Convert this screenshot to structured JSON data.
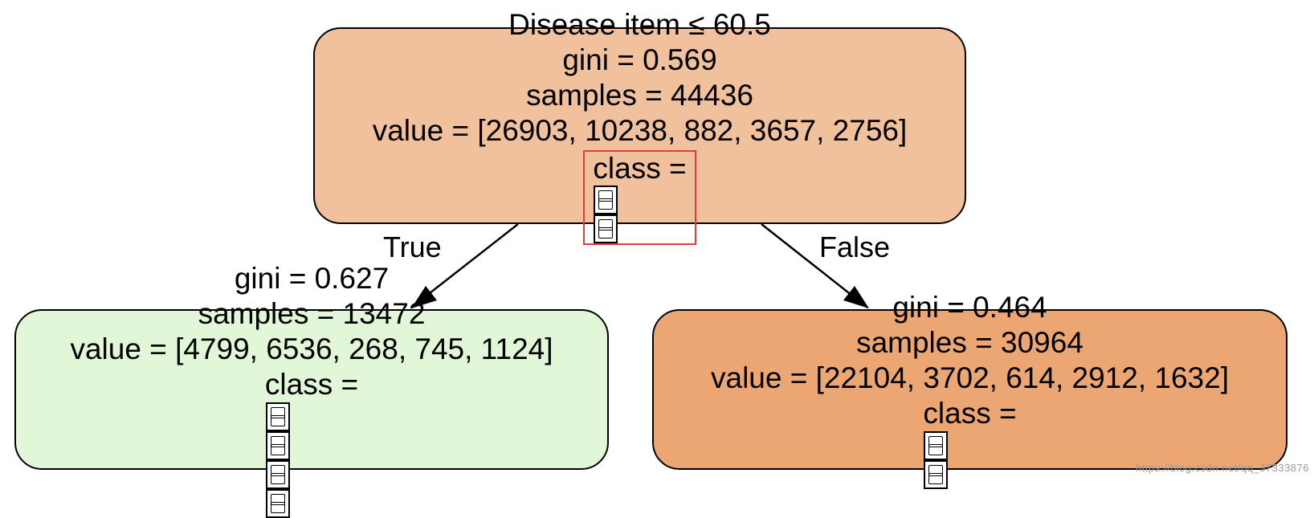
{
  "tree": {
    "root": {
      "condition": "Disease item ≤ 60.5",
      "gini": "gini = 0.569",
      "samples": "samples = 44436",
      "value": "value = [26903, 10238, 882, 3657, 2756]",
      "class_prefix": "class = ",
      "class_glyph_count": 2,
      "fill": "#f1c19d",
      "class_highlight_color": "#e23b3b"
    },
    "left": {
      "gini": "gini = 0.627",
      "samples": "samples = 13472",
      "value": "value = [4799, 6536, 268, 745, 1124]",
      "class_prefix": "class = ",
      "class_glyph_count": 4,
      "fill": "#e2f7d8"
    },
    "right": {
      "gini": "gini = 0.464",
      "samples": "samples = 30964",
      "value": "value = [22104, 3702, 614, 2912, 1632]",
      "class_prefix": "class = ",
      "class_glyph_count": 2,
      "fill": "#eca674"
    },
    "edges": {
      "true_label": "True",
      "false_label": "False"
    }
  },
  "watermark": "https://blog.csdn.net/qq_37333876"
}
